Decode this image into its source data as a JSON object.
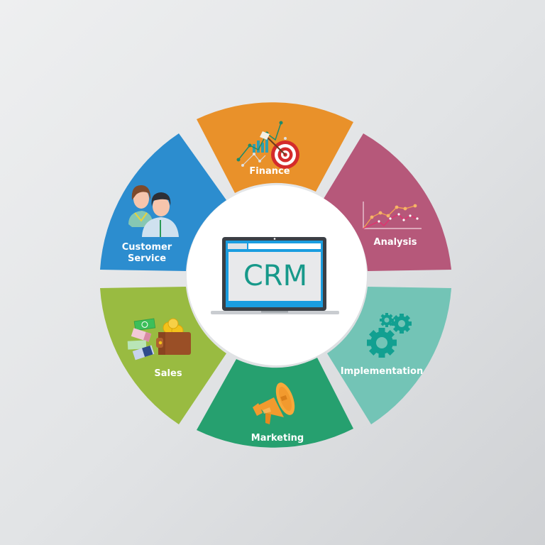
{
  "diagram": {
    "type": "segmented-wheel",
    "center": {
      "label": "CRM",
      "icon": "laptop-icon",
      "colors": {
        "circle": "#ffffff",
        "laptop_frame": "#3b3f45",
        "screen_border": "#1a9de0",
        "screen_bg": "#e8e9eb",
        "text": "#17998a",
        "base": "#c9ccd0"
      }
    },
    "segments": [
      {
        "id": "finance",
        "label": "Finance",
        "icon": "finance-target-chart-icon",
        "color": "#e9912a",
        "position": "top"
      },
      {
        "id": "analysis",
        "label": "Analysis",
        "icon": "line-chart-icon",
        "color": "#b6587a",
        "position": "upper-right"
      },
      {
        "id": "implementation",
        "label": "Implementation",
        "icon": "gears-icon",
        "color": "#73c4b6",
        "position": "lower-right"
      },
      {
        "id": "marketing",
        "label": "Marketing",
        "icon": "megaphone-icon",
        "color": "#26a06f",
        "position": "bottom"
      },
      {
        "id": "sales",
        "label": "Sales",
        "icon": "money-wallet-icon",
        "color": "#99bb41",
        "position": "lower-left"
      },
      {
        "id": "customer_service",
        "label": "Customer Service",
        "label_lines": [
          "Customer",
          "Service"
        ],
        "icon": "support-people-icon",
        "color": "#2c8dcf",
        "position": "upper-left"
      }
    ],
    "background": "#e4e6e8"
  }
}
